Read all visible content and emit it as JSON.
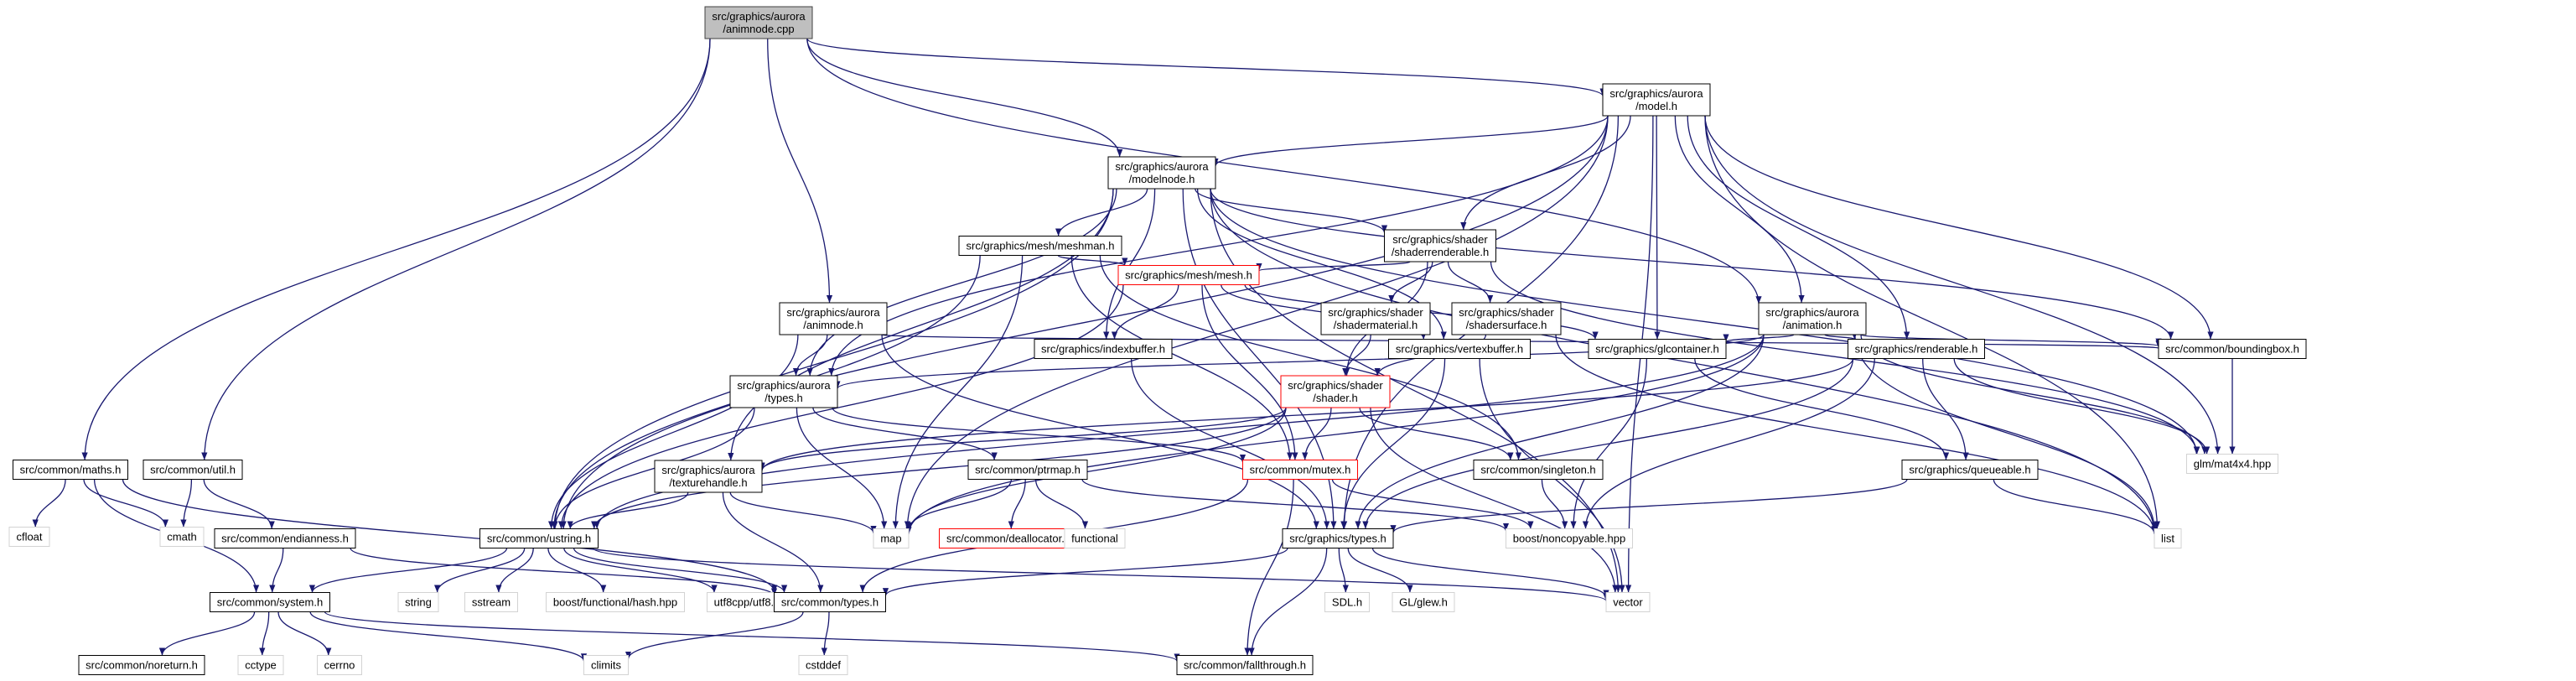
{
  "colors": {
    "edge": "#191970",
    "node_border": "#000000",
    "node_fill": "#ffffff",
    "root_fill": "#bfbfbf",
    "root_border": "#404040",
    "missing_border": "#d3d3d3",
    "incomplete_border": "#ff0000"
  },
  "nodes": [
    {
      "id": "root",
      "kind": "root",
      "lines": [
        "src/graphics/aurora",
        "/animnode.cpp"
      ]
    },
    {
      "id": "model_h",
      "kind": "normal",
      "lines": [
        "src/graphics/aurora",
        "/model.h"
      ]
    },
    {
      "id": "modelnode_h",
      "kind": "normal",
      "lines": [
        "src/graphics/aurora",
        "/modelnode.h"
      ]
    },
    {
      "id": "meshman_h",
      "kind": "normal",
      "lines": [
        "src/graphics/mesh/meshman.h"
      ]
    },
    {
      "id": "shaderrenderable_h",
      "kind": "normal",
      "lines": [
        "src/graphics/shader",
        "/shaderrenderable.h"
      ]
    },
    {
      "id": "animnode_h",
      "kind": "normal",
      "lines": [
        "src/graphics/aurora",
        "/animnode.h"
      ]
    },
    {
      "id": "mesh_h",
      "kind": "incomplete",
      "lines": [
        "src/graphics/mesh/mesh.h"
      ]
    },
    {
      "id": "shadermaterial_h",
      "kind": "normal",
      "lines": [
        "src/graphics/shader",
        "/shadermaterial.h"
      ]
    },
    {
      "id": "shadersurface_h",
      "kind": "normal",
      "lines": [
        "src/graphics/shader",
        "/shadersurface.h"
      ]
    },
    {
      "id": "animation_h",
      "kind": "normal",
      "lines": [
        "src/graphics/aurora",
        "/animation.h"
      ]
    },
    {
      "id": "aurora_types_h",
      "kind": "normal",
      "lines": [
        "src/graphics/aurora",
        "/types.h"
      ]
    },
    {
      "id": "indexbuffer_h",
      "kind": "normal",
      "lines": [
        "src/graphics/indexbuffer.h"
      ]
    },
    {
      "id": "shader_h",
      "kind": "incomplete",
      "lines": [
        "src/graphics/shader",
        "/shader.h"
      ]
    },
    {
      "id": "vertexbuffer_h",
      "kind": "normal",
      "lines": [
        "src/graphics/vertexbuffer.h"
      ]
    },
    {
      "id": "glcontainer_h",
      "kind": "normal",
      "lines": [
        "src/graphics/glcontainer.h"
      ]
    },
    {
      "id": "renderable_h",
      "kind": "normal",
      "lines": [
        "src/graphics/renderable.h"
      ]
    },
    {
      "id": "boundingbox_h",
      "kind": "normal",
      "lines": [
        "src/common/boundingbox.h"
      ]
    },
    {
      "id": "mat4x4",
      "kind": "missing",
      "lines": [
        "glm/mat4x4.hpp"
      ]
    },
    {
      "id": "maths_h",
      "kind": "normal",
      "lines": [
        "src/common/maths.h"
      ]
    },
    {
      "id": "util_h",
      "kind": "normal",
      "lines": [
        "src/common/util.h"
      ]
    },
    {
      "id": "texturehandle_h",
      "kind": "normal",
      "lines": [
        "src/graphics/aurora",
        "/texturehandle.h"
      ]
    },
    {
      "id": "ptrmap_h",
      "kind": "normal",
      "lines": [
        "src/common/ptrmap.h"
      ]
    },
    {
      "id": "mutex_h",
      "kind": "incomplete",
      "lines": [
        "src/common/mutex.h"
      ]
    },
    {
      "id": "singleton_h",
      "kind": "normal",
      "lines": [
        "src/common/singleton.h"
      ]
    },
    {
      "id": "queueable_h",
      "kind": "normal",
      "lines": [
        "src/graphics/queueable.h"
      ]
    },
    {
      "id": "cfloat",
      "kind": "missing",
      "lines": [
        "cfloat"
      ]
    },
    {
      "id": "cmath",
      "kind": "missing",
      "lines": [
        "cmath"
      ]
    },
    {
      "id": "endianness_h",
      "kind": "normal",
      "lines": [
        "src/common/endianness.h"
      ]
    },
    {
      "id": "ustring_h",
      "kind": "normal",
      "lines": [
        "src/common/ustring.h"
      ]
    },
    {
      "id": "map",
      "kind": "missing",
      "lines": [
        "map"
      ]
    },
    {
      "id": "deallocator_h",
      "kind": "incomplete",
      "lines": [
        "src/common/deallocator.h"
      ]
    },
    {
      "id": "functional",
      "kind": "missing",
      "lines": [
        "functional"
      ]
    },
    {
      "id": "graphics_types_h",
      "kind": "normal",
      "lines": [
        "src/graphics/types.h"
      ]
    },
    {
      "id": "noncopyable",
      "kind": "missing",
      "lines": [
        "boost/noncopyable.hpp"
      ]
    },
    {
      "id": "list",
      "kind": "missing",
      "lines": [
        "list"
      ]
    },
    {
      "id": "system_h",
      "kind": "normal",
      "lines": [
        "src/common/system.h"
      ]
    },
    {
      "id": "string",
      "kind": "missing",
      "lines": [
        "string"
      ]
    },
    {
      "id": "sstream",
      "kind": "missing",
      "lines": [
        "sstream"
      ]
    },
    {
      "id": "boost_hash",
      "kind": "missing",
      "lines": [
        "boost/functional/hash.hpp"
      ]
    },
    {
      "id": "utf8",
      "kind": "missing",
      "lines": [
        "utf8cpp/utf8.h"
      ]
    },
    {
      "id": "common_types_h",
      "kind": "normal",
      "lines": [
        "src/common/types.h"
      ]
    },
    {
      "id": "sdl_h",
      "kind": "missing",
      "lines": [
        "SDL.h"
      ]
    },
    {
      "id": "glew_h",
      "kind": "missing",
      "lines": [
        "GL/glew.h"
      ]
    },
    {
      "id": "vector",
      "kind": "missing",
      "lines": [
        "vector"
      ]
    },
    {
      "id": "noreturn_h",
      "kind": "normal",
      "lines": [
        "src/common/noreturn.h"
      ]
    },
    {
      "id": "cctype",
      "kind": "missing",
      "lines": [
        "cctype"
      ]
    },
    {
      "id": "cerrno",
      "kind": "missing",
      "lines": [
        "cerrno"
      ]
    },
    {
      "id": "climits",
      "kind": "missing",
      "lines": [
        "climits"
      ]
    },
    {
      "id": "cstddef",
      "kind": "missing",
      "lines": [
        "cstddef"
      ]
    },
    {
      "id": "fallthrough_h",
      "kind": "normal",
      "lines": [
        "src/common/fallthrough.h"
      ]
    }
  ],
  "edges": [
    [
      "root",
      "model_h"
    ],
    [
      "root",
      "modelnode_h"
    ],
    [
      "root",
      "animnode_h"
    ],
    [
      "root",
      "animation_h"
    ],
    [
      "root",
      "maths_h"
    ],
    [
      "root",
      "util_h"
    ],
    [
      "model_h",
      "modelnode_h"
    ],
    [
      "model_h",
      "shaderrenderable_h"
    ],
    [
      "model_h",
      "animation_h"
    ],
    [
      "model_h",
      "glcontainer_h"
    ],
    [
      "model_h",
      "renderable_h"
    ],
    [
      "model_h",
      "boundingbox_h"
    ],
    [
      "model_h",
      "mat4x4"
    ],
    [
      "model_h",
      "aurora_types_h"
    ],
    [
      "model_h",
      "ustring_h"
    ],
    [
      "model_h",
      "graphics_types_h"
    ],
    [
      "model_h",
      "map"
    ],
    [
      "model_h",
      "list"
    ],
    [
      "model_h",
      "vector"
    ],
    [
      "modelnode_h",
      "meshman_h"
    ],
    [
      "modelnode_h",
      "shaderrenderable_h"
    ],
    [
      "modelnode_h",
      "indexbuffer_h"
    ],
    [
      "modelnode_h",
      "vertexbuffer_h"
    ],
    [
      "modelnode_h",
      "aurora_types_h"
    ],
    [
      "modelnode_h",
      "texturehandle_h"
    ],
    [
      "modelnode_h",
      "boundingbox_h"
    ],
    [
      "modelnode_h",
      "mat4x4"
    ],
    [
      "modelnode_h",
      "ustring_h"
    ],
    [
      "modelnode_h",
      "graphics_types_h"
    ],
    [
      "modelnode_h",
      "list"
    ],
    [
      "modelnode_h",
      "vector"
    ],
    [
      "meshman_h",
      "mesh_h"
    ],
    [
      "meshman_h",
      "ustring_h"
    ],
    [
      "meshman_h",
      "map"
    ],
    [
      "meshman_h",
      "singleton_h"
    ],
    [
      "meshman_h",
      "mutex_h"
    ],
    [
      "shaderrenderable_h",
      "mesh_h"
    ],
    [
      "shaderrenderable_h",
      "shadermaterial_h"
    ],
    [
      "shaderrenderable_h",
      "shadersurface_h"
    ],
    [
      "shaderrenderable_h",
      "shader_h"
    ],
    [
      "shaderrenderable_h",
      "mat4x4"
    ],
    [
      "animnode_h",
      "aurora_types_h"
    ],
    [
      "animnode_h",
      "ustring_h"
    ],
    [
      "animnode_h",
      "graphics_types_h"
    ],
    [
      "animnode_h",
      "boundingbox_h"
    ],
    [
      "mesh_h",
      "indexbuffer_h"
    ],
    [
      "mesh_h",
      "vertexbuffer_h"
    ],
    [
      "mesh_h",
      "glcontainer_h"
    ],
    [
      "mesh_h",
      "mutex_h"
    ],
    [
      "mesh_h",
      "ustring_h"
    ],
    [
      "shadermaterial_h",
      "shader_h"
    ],
    [
      "shadersurface_h",
      "shader_h"
    ],
    [
      "shadersurface_h",
      "list"
    ],
    [
      "animation_h",
      "aurora_types_h"
    ],
    [
      "animation_h",
      "glcontainer_h"
    ],
    [
      "animation_h",
      "renderable_h"
    ],
    [
      "animation_h",
      "boundingbox_h"
    ],
    [
      "animation_h",
      "list"
    ],
    [
      "animation_h",
      "map"
    ],
    [
      "animation_h",
      "ustring_h"
    ],
    [
      "animation_h",
      "graphics_types_h"
    ],
    [
      "animation_h",
      "mat4x4"
    ],
    [
      "aurora_types_h",
      "ustring_h"
    ],
    [
      "aurora_types_h",
      "ptrmap_h"
    ],
    [
      "aurora_types_h",
      "map"
    ],
    [
      "aurora_types_h",
      "mutex_h"
    ],
    [
      "indexbuffer_h",
      "graphics_types_h"
    ],
    [
      "shader_h",
      "mutex_h"
    ],
    [
      "shader_h",
      "singleton_h"
    ],
    [
      "shader_h",
      "texturehandle_h"
    ],
    [
      "shader_h",
      "vector"
    ],
    [
      "shader_h",
      "ustring_h"
    ],
    [
      "shader_h",
      "map"
    ],
    [
      "vertexbuffer_h",
      "graphics_types_h"
    ],
    [
      "vertexbuffer_h",
      "vector"
    ],
    [
      "glcontainer_h",
      "queueable_h"
    ],
    [
      "glcontainer_h",
      "noncopyable"
    ],
    [
      "renderable_h",
      "queueable_h"
    ],
    [
      "renderable_h",
      "graphics_types_h"
    ],
    [
      "renderable_h",
      "mat4x4"
    ],
    [
      "renderable_h",
      "noncopyable"
    ],
    [
      "renderable_h",
      "texturehandle_h"
    ],
    [
      "boundingbox_h",
      "mat4x4"
    ],
    [
      "maths_h",
      "cfloat"
    ],
    [
      "maths_h",
      "cmath"
    ],
    [
      "maths_h",
      "system_h"
    ],
    [
      "maths_h",
      "common_types_h"
    ],
    [
      "util_h",
      "cmath"
    ],
    [
      "util_h",
      "endianness_h"
    ],
    [
      "texturehandle_h",
      "ustring_h"
    ],
    [
      "texturehandle_h",
      "map"
    ],
    [
      "texturehandle_h",
      "common_types_h"
    ],
    [
      "ptrmap_h",
      "map"
    ],
    [
      "ptrmap_h",
      "deallocator_h"
    ],
    [
      "ptrmap_h",
      "functional"
    ],
    [
      "ptrmap_h",
      "noncopyable"
    ],
    [
      "mutex_h",
      "noncopyable"
    ],
    [
      "mutex_h",
      "common_types_h"
    ],
    [
      "mutex_h",
      "fallthrough_h"
    ],
    [
      "singleton_h",
      "noncopyable"
    ],
    [
      "queueable_h",
      "graphics_types_h"
    ],
    [
      "queueable_h",
      "list"
    ],
    [
      "endianness_h",
      "system_h"
    ],
    [
      "endianness_h",
      "common_types_h"
    ],
    [
      "ustring_h",
      "string"
    ],
    [
      "ustring_h",
      "sstream"
    ],
    [
      "ustring_h",
      "boost_hash"
    ],
    [
      "ustring_h",
      "utf8"
    ],
    [
      "ustring_h",
      "common_types_h"
    ],
    [
      "ustring_h",
      "system_h"
    ],
    [
      "ustring_h",
      "vector"
    ],
    [
      "graphics_types_h",
      "sdl_h"
    ],
    [
      "graphics_types_h",
      "glew_h"
    ],
    [
      "graphics_types_h",
      "vector"
    ],
    [
      "graphics_types_h",
      "common_types_h"
    ],
    [
      "graphics_types_h",
      "fallthrough_h"
    ],
    [
      "system_h",
      "noreturn_h"
    ],
    [
      "system_h",
      "cctype"
    ],
    [
      "system_h",
      "cerrno"
    ],
    [
      "system_h",
      "climits"
    ],
    [
      "system_h",
      "fallthrough_h"
    ],
    [
      "common_types_h",
      "cstddef"
    ],
    [
      "common_types_h",
      "climits"
    ]
  ]
}
